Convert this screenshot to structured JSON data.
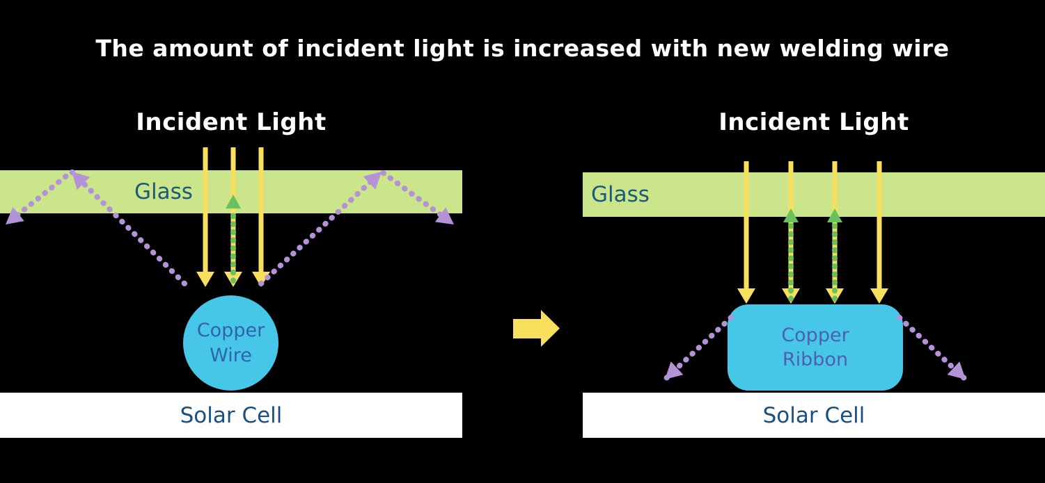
{
  "title": "The amount of incident light is increased with new welding wire",
  "colors": {
    "background": "#000000",
    "title_text": "#ffffff",
    "incident_light_text": "#ffffff",
    "glass_fill": "#cbe58a",
    "glass_text": "#1a5a7d",
    "copper_fill": "#47c7e8",
    "copper_text": "#2f63ad",
    "ribbon_text": "#4d5fae",
    "solar_cell_fill": "#ffffff",
    "solar_cell_text": "#1a4f86",
    "yellow_arrow": "#f8e05e",
    "green_arrow": "#69c05c",
    "purple_arrow": "#b392d8",
    "transition_arrow": "#f8e05e"
  },
  "left_panel": {
    "incident_light_label": "Incident Light",
    "glass_label": "Glass",
    "copper_label_line1": "Copper",
    "copper_label_line2": "Wire",
    "solar_cell_label": "Solar Cell"
  },
  "right_panel": {
    "incident_light_label": "Incident Light",
    "glass_label": "Glass",
    "copper_label_line1": "Copper",
    "copper_label_line2": "Ribbon",
    "solar_cell_label": "Solar Cell"
  }
}
